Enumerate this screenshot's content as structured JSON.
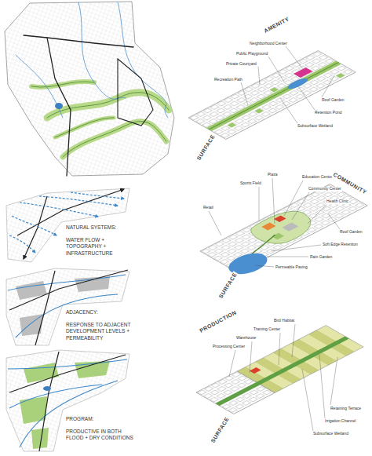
{
  "diagram": {
    "labels": [
      "AMENITY",
      "Neighborhood Center",
      "Public Playground",
      "Private Courtyard",
      "Recreation Path",
      "Roof Garden",
      "Retention Pond",
      "Subsurface Wetland",
      "SURFACE",
      "NATURAL SYSTEMS:",
      "WATER FLOW + TOPOGRAPHY + INFRASTRUCTURE",
      "Plaza",
      "Education Center",
      "Sports Field",
      "Community Center",
      "Health Clinic",
      "Retail",
      "COMMUNITY",
      "Roof Garden",
      "Soft Edge Retention",
      "Rain Garden",
      "Permeable Paving",
      "SURFACE",
      "ADJACENCY:",
      "RESPONSE TO ADJACENT DEVELOPMENT LEVELS + PERMEABILITY",
      "Bird Habitat",
      "Training Center",
      "Warehouse",
      "Processing Center",
      "PRODUCTION",
      "Retaining Terrace",
      "Irrigation Channel",
      "Subsurface Wetland",
      "SURFACE",
      "PROGRAM:",
      "PRODUCTIVE IN BOTH FLOOD + DRY CONDITIONS"
    ]
  }
}
